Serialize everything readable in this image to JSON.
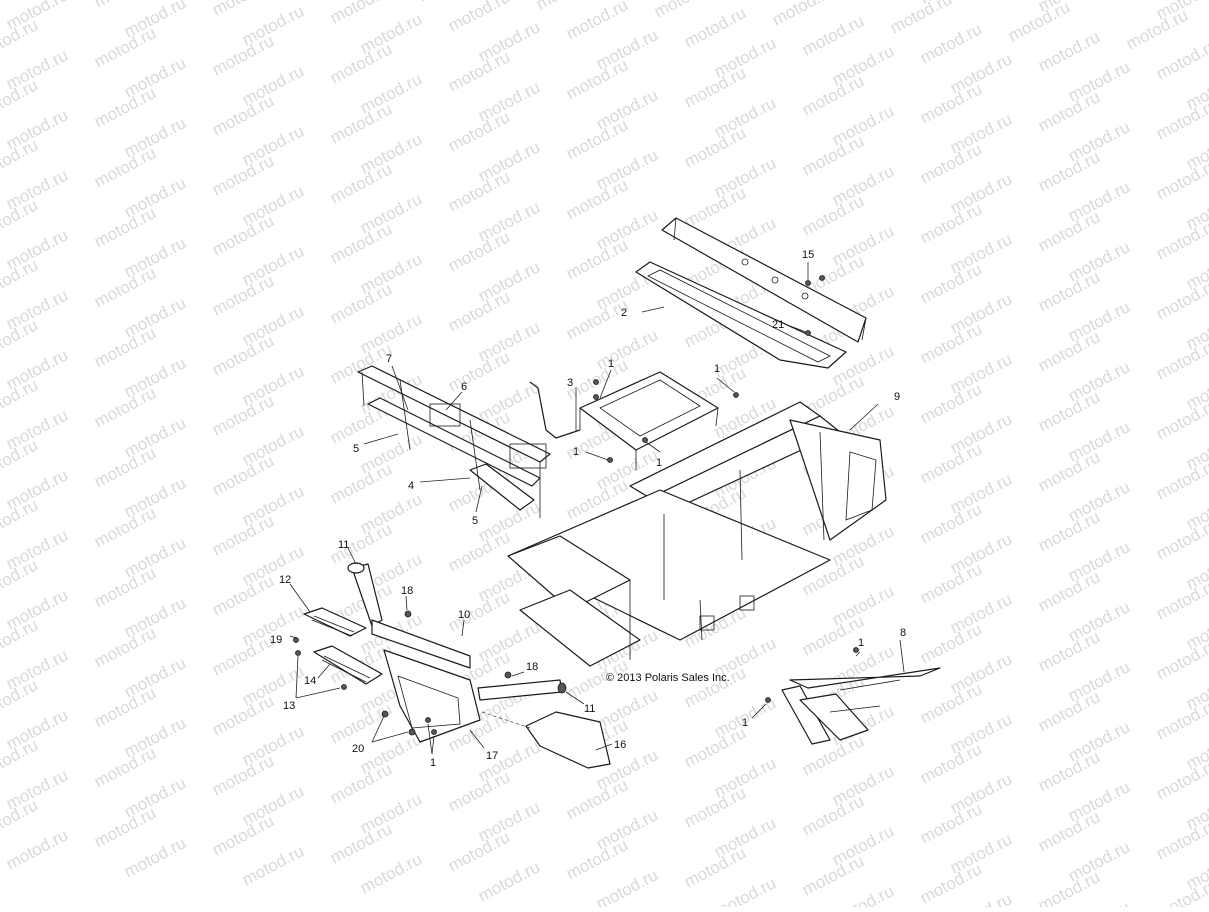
{
  "diagram": {
    "watermark": "motod.ru",
    "copyright": "© 2013 Polaris Sales Inc.",
    "callouts": {
      "c1": "1",
      "c2": "2",
      "c3": "3",
      "c4": "4",
      "c5": "5",
      "c6": "6",
      "c7": "7",
      "c8": "8",
      "c9": "9",
      "c10": "10",
      "c11": "11",
      "c12": "12",
      "c13": "13",
      "c14": "14",
      "c15": "15",
      "c16": "16",
      "c17": "17",
      "c18": "18",
      "c19": "19",
      "c20": "20",
      "c21": "21"
    }
  }
}
